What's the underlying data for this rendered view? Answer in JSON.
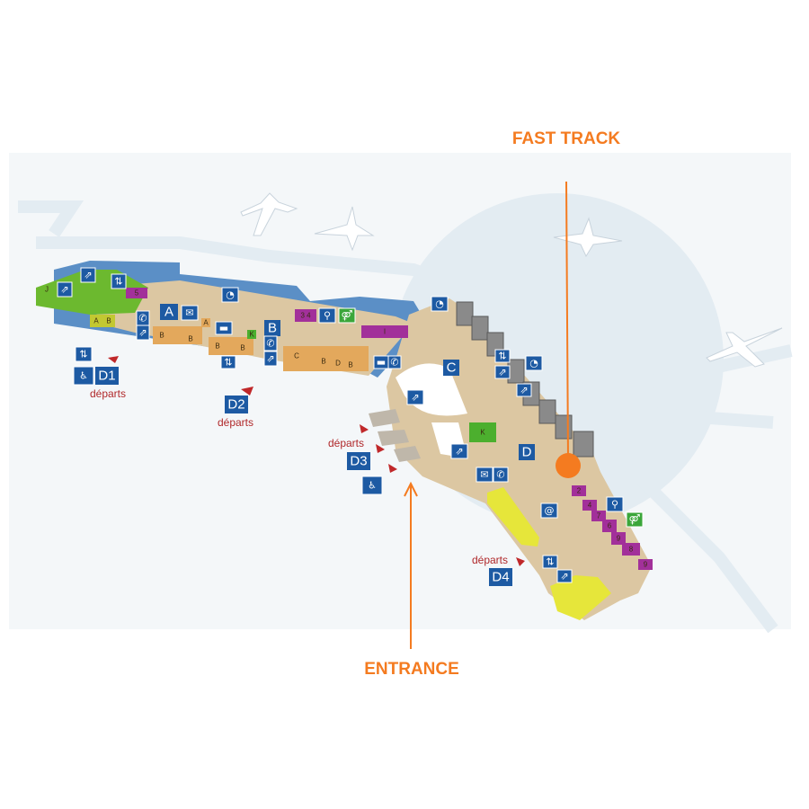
{
  "callouts": {
    "fast_track": "FAST TRACK",
    "entrance": "ENTRANCE"
  },
  "colors": {
    "accent": "#f47b20",
    "icon_blue": "#1d5aa3",
    "floor": "#dcc7a2",
    "apron": "#e3ecf2",
    "departures_red": "#b0282a"
  },
  "departures": {
    "d1": {
      "label": "D1",
      "text": "départs"
    },
    "d2": {
      "label": "D2",
      "text": "départs"
    },
    "d3": {
      "label": "D3",
      "text": "départs"
    },
    "d4": {
      "label": "D4",
      "text": "départs"
    }
  },
  "zones": {
    "a": "A",
    "b": "B",
    "c": "C",
    "d": "D"
  },
  "shops": {
    "j": "J",
    "a1": "A",
    "b1": "B",
    "s5": "5",
    "a2": "A",
    "b2": "B",
    "b3": "B",
    "b4": "B",
    "b5": "B",
    "k1": "K",
    "c1": "C",
    "b6": "B",
    "d1": "D",
    "b7": "B",
    "s34": "3 4",
    "i": "I",
    "k2": "K",
    "g2": "2",
    "g4": "4",
    "g7": "7",
    "g6": "6",
    "g9a": "9",
    "g8": "8",
    "g9": "9"
  },
  "icons": [
    "escalator-icon",
    "elevator-icon",
    "phone-icon",
    "mail-icon",
    "wheelchair-icon",
    "wifi-icon",
    "baggage-icon",
    "toilets-icon",
    "baby-bottle-icon",
    "internet-at-icon"
  ]
}
